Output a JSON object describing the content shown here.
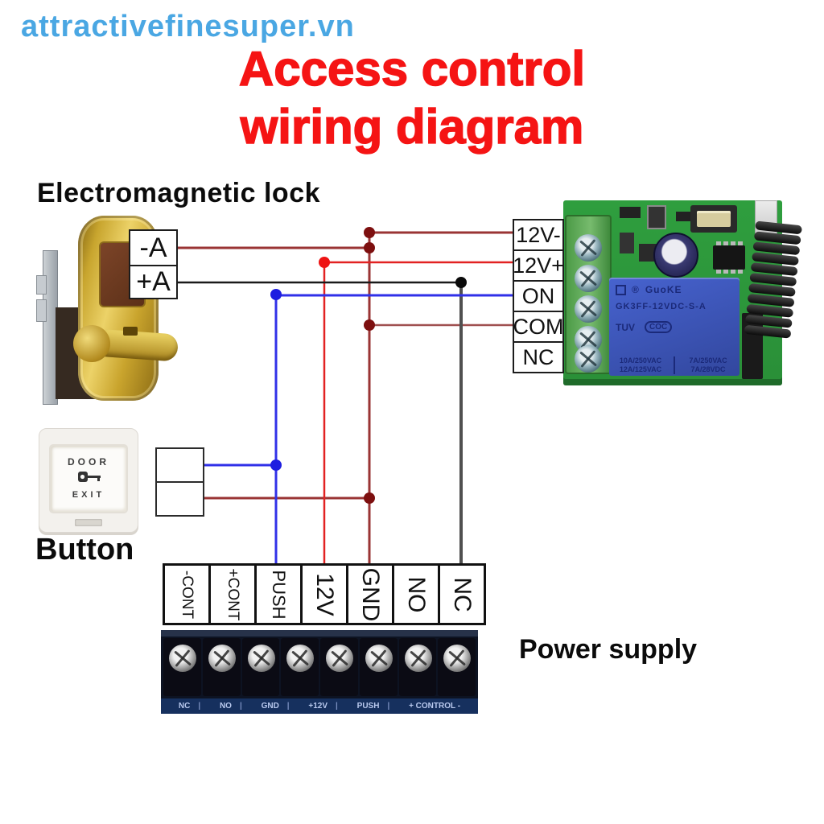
{
  "watermark": "attractivefinesuper.vn",
  "title": {
    "line1": "Access control",
    "line2": "wiring diagram"
  },
  "lock_section": {
    "heading": "Electromagnetic lock",
    "terminal_neg": "-A",
    "terminal_pos": "+A"
  },
  "relay_module": {
    "terminals": [
      "12V-",
      "12V+",
      "ON",
      "COM",
      "NC"
    ],
    "reg_mark": "®",
    "brand": "GuoKE",
    "model": "GK3FF-12VDC-S-A",
    "cert_tuv": "TUV",
    "cert_coc": "COC",
    "rating_left1": "10A/250VAC",
    "rating_left2": "12A/125VAC",
    "rating_right1": "7A/250VAC",
    "rating_right2": "7A/28VDC"
  },
  "exit_button": {
    "heading": "Button",
    "line1": "DOOR",
    "line2": "EXIT"
  },
  "controller_terminals": [
    "-CONT",
    "+CONT",
    "PUSH",
    "12V",
    "GND",
    "NO",
    "NC"
  ],
  "power_supply": {
    "heading": "Power supply",
    "port_labels": [
      "NC",
      "NO",
      "GND",
      "+12V",
      "PUSH",
      "+ CONTROL -"
    ]
  },
  "wire_colors": {
    "dark_red": "#9a3434",
    "red": "#e22222",
    "blue": "#3030e8",
    "black": "#1a1a1a",
    "gray_vertical": "#505050"
  },
  "connections": [
    {
      "color": "dark_red",
      "net": [
        "lock -A",
        "relay 12V-",
        "relay COM",
        "button lower terminal",
        "controller GND"
      ]
    },
    {
      "color": "red",
      "net": [
        "relay 12V+",
        "controller 12V"
      ]
    },
    {
      "color": "black",
      "net": [
        "lock +A",
        "controller NC"
      ]
    },
    {
      "color": "blue",
      "net": [
        "relay ON",
        "button upper terminal",
        "controller PUSH"
      ]
    }
  ]
}
